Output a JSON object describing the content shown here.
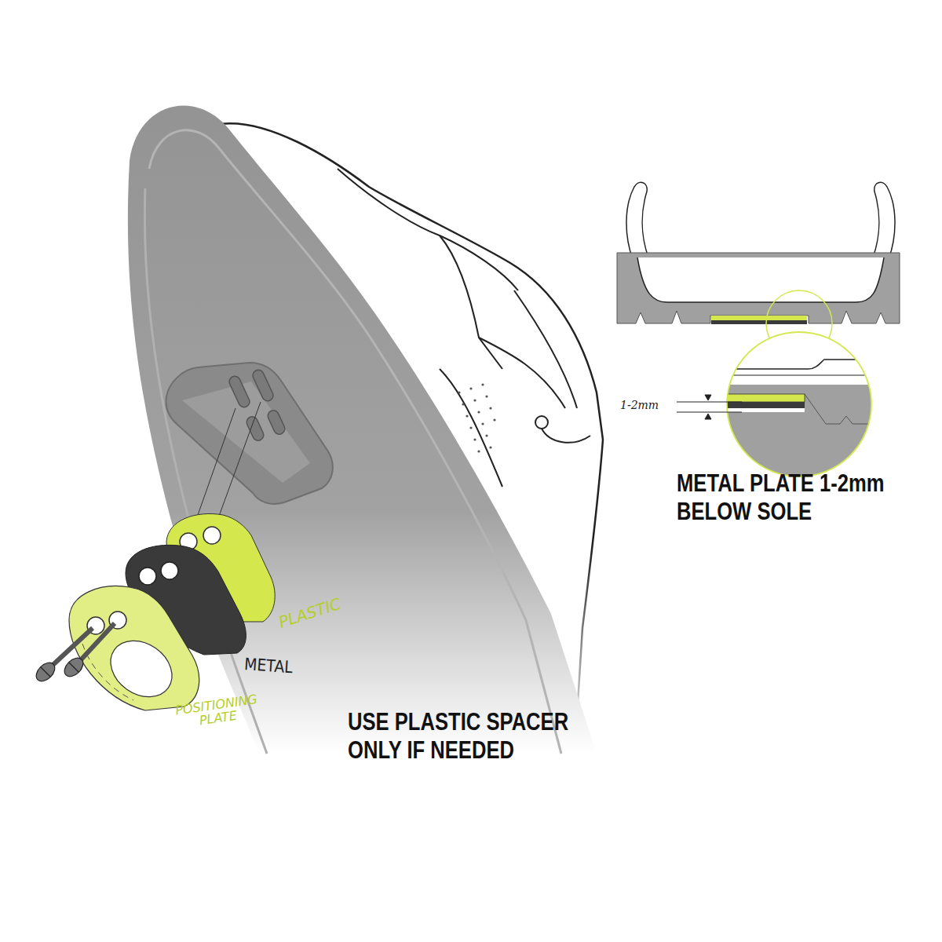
{
  "diagram": {
    "labels": [
      "PLASTIC",
      "METAL",
      "POSITIONING PLATE",
      "USE PLASTIC SPACER ONLY IF NEEDED",
      "1-2mm",
      "METAL PLATE 1-2mm BELOW SOLE"
    ]
  }
}
